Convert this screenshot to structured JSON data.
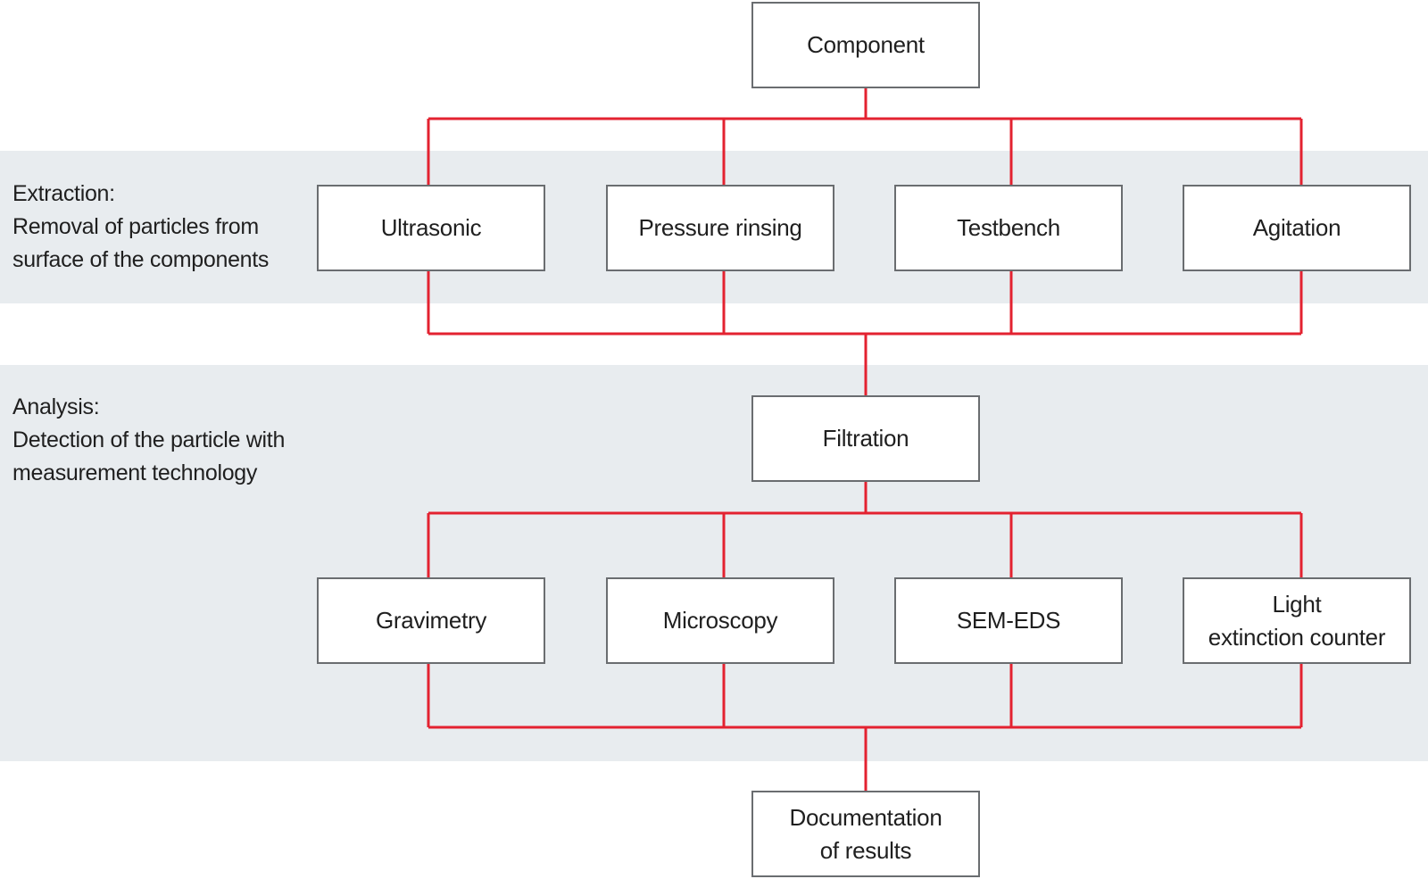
{
  "sections": {
    "extraction": {
      "heading": "Extraction:",
      "line1": "Removal of particles from",
      "line2": "surface of the components"
    },
    "analysis": {
      "heading": "Analysis:",
      "line1": "Detection of the particle with",
      "line2": "measurement technology"
    }
  },
  "nodes": {
    "component": "Component",
    "extraction_methods": [
      "Ultrasonic",
      "Pressure rinsing",
      "Testbench",
      "Agitation"
    ],
    "filtration": "Filtration",
    "analysis_methods": [
      {
        "line1": "Gravimetry",
        "line2": ""
      },
      {
        "line1": "Microscopy",
        "line2": ""
      },
      {
        "line1": "SEM-EDS",
        "line2": ""
      },
      {
        "line1": "Light",
        "line2": "extinction counter"
      }
    ],
    "documentation": {
      "line1": "Documentation",
      "line2": "of results"
    }
  },
  "colors": {
    "connector": "#e32230",
    "band": "#e8ecef",
    "box_border": "#6a6d70"
  }
}
